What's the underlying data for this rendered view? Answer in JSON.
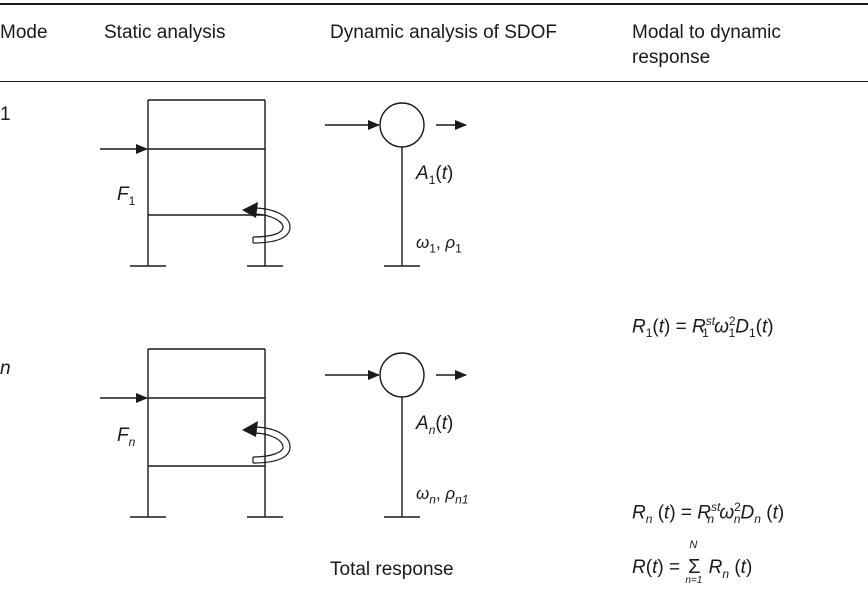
{
  "header": {
    "col1": "Mode",
    "col2": "Static analysis",
    "col3": "Dynamic analysis of SDOF",
    "col4_line1": "Modal to dynamic",
    "col4_line2": "response"
  },
  "rows": [
    {
      "mode": "1",
      "force_label": "F",
      "force_sub": "1",
      "accel_label": "A",
      "accel_sub": "1",
      "accel_arg": "(t)",
      "freq_label": "ω",
      "freq_sub": "1",
      "damp_label": "ρ",
      "damp_sub": "1",
      "response_lhs": "R",
      "response_lhs_sub": "1",
      "response_arg": "(t)",
      "response_rhs": "R",
      "response_rhs_sup": "st",
      "response_rhs_sub": "1",
      "omega": "ω",
      "omega_sup": "2",
      "omega_sub": "1",
      "D": "D",
      "D_sub": "1",
      "D_arg": "(t)"
    },
    {
      "mode": "n",
      "force_label": "F",
      "force_sub": "n",
      "accel_label": "A",
      "accel_sub": "n",
      "accel_arg": "(t)",
      "freq_label": "ω",
      "freq_sub": "n",
      "damp_label": "ρ",
      "damp_sub": "n1",
      "response_lhs": "R",
      "response_lhs_sub": "n",
      "response_arg": "(t)",
      "response_rhs": "R",
      "response_rhs_sup": "st",
      "response_rhs_sub": "n",
      "omega": "ω",
      "omega_sup": "2",
      "omega_sub": "n",
      "D": "D",
      "D_sub": "n",
      "D_arg": "(t)"
    }
  ],
  "total": {
    "label": "Total response",
    "lhs": "R(t)",
    "equals": "=",
    "sum": "Σ",
    "sum_upper": "N",
    "sum_lower": "n=1",
    "term": "R",
    "term_sub": "n",
    "term_arg": "(t)"
  }
}
